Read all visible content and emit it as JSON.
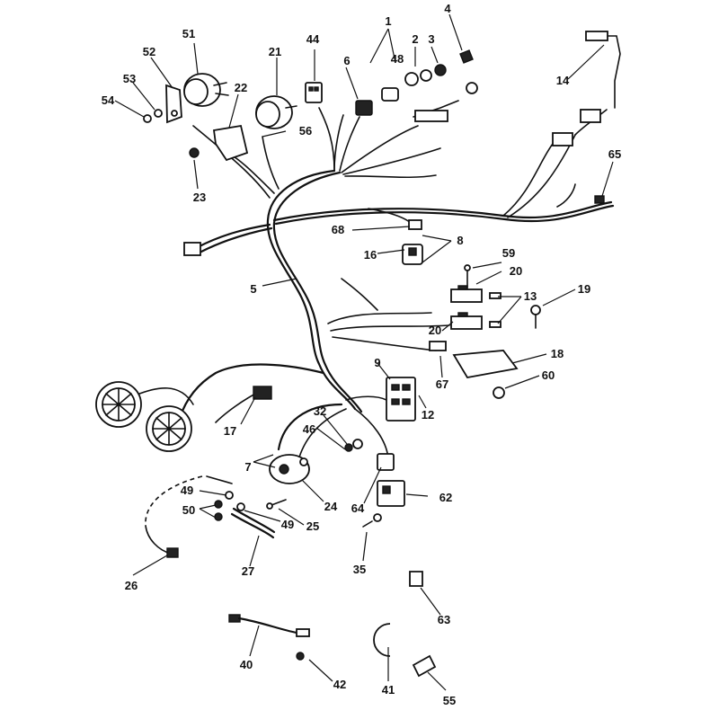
{
  "callouts": [
    {
      "id": "c1",
      "text": "1"
    },
    {
      "id": "c2",
      "text": "2"
    },
    {
      "id": "c3",
      "text": "3"
    },
    {
      "id": "c4",
      "text": "4"
    },
    {
      "id": "c5",
      "text": "5"
    },
    {
      "id": "c6",
      "text": "6"
    },
    {
      "id": "c7",
      "text": "7"
    },
    {
      "id": "c8",
      "text": "8"
    },
    {
      "id": "c9",
      "text": "9"
    },
    {
      "id": "c12",
      "text": "12"
    },
    {
      "id": "c13",
      "text": "13"
    },
    {
      "id": "c14",
      "text": "14"
    },
    {
      "id": "c16",
      "text": "16"
    },
    {
      "id": "c17",
      "text": "17"
    },
    {
      "id": "c18",
      "text": "18"
    },
    {
      "id": "c19",
      "text": "19"
    },
    {
      "id": "c20a",
      "text": "20"
    },
    {
      "id": "c20b",
      "text": "20"
    },
    {
      "id": "c21",
      "text": "21"
    },
    {
      "id": "c22",
      "text": "22"
    },
    {
      "id": "c23",
      "text": "23"
    },
    {
      "id": "c24",
      "text": "24"
    },
    {
      "id": "c25",
      "text": "25"
    },
    {
      "id": "c26",
      "text": "26"
    },
    {
      "id": "c27",
      "text": "27"
    },
    {
      "id": "c32",
      "text": "32"
    },
    {
      "id": "c35",
      "text": "35"
    },
    {
      "id": "c40",
      "text": "40"
    },
    {
      "id": "c41",
      "text": "41"
    },
    {
      "id": "c42",
      "text": "42"
    },
    {
      "id": "c44",
      "text": "44"
    },
    {
      "id": "c46",
      "text": "46"
    },
    {
      "id": "c48",
      "text": "48"
    },
    {
      "id": "c49a",
      "text": "49"
    },
    {
      "id": "c49b",
      "text": "49"
    },
    {
      "id": "c50",
      "text": "50"
    },
    {
      "id": "c51",
      "text": "51"
    },
    {
      "id": "c52",
      "text": "52"
    },
    {
      "id": "c53",
      "text": "53"
    },
    {
      "id": "c54",
      "text": "54"
    },
    {
      "id": "c55",
      "text": "55"
    },
    {
      "id": "c56",
      "text": "56"
    },
    {
      "id": "c59",
      "text": "59"
    },
    {
      "id": "c60",
      "text": "60"
    },
    {
      "id": "c62",
      "text": "62"
    },
    {
      "id": "c63",
      "text": "63"
    },
    {
      "id": "c64",
      "text": "64"
    },
    {
      "id": "c65",
      "text": "65"
    },
    {
      "id": "c67",
      "text": "67"
    },
    {
      "id": "c68",
      "text": "68"
    }
  ]
}
